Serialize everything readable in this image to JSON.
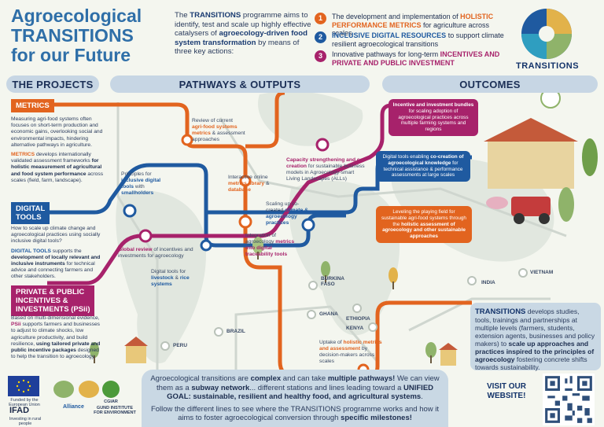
{
  "header": {
    "title_line1": "Agroecological",
    "title_line2": "TRANSITIONS",
    "title_line3": "for our Future",
    "intro_pre": "The ",
    "intro_brand": "TRANSITIONS",
    "intro_mid": " programme aims to identify, test and scale up highly effective catalysers of ",
    "intro_bold": "agroecology-driven food system transformation",
    "intro_post": " by means of three key actions:",
    "logo_text": "TRANSITIONS"
  },
  "actions": [
    {
      "num": "1",
      "text_pre": "The development and implementation of ",
      "text_hl": "HOLISTIC PERFORMANCE METRICS",
      "text_post": " for agriculture across scales"
    },
    {
      "num": "2",
      "text_pre": "",
      "text_hl": "INCLUSIVE DIGITAL RESOURCES",
      "text_post": " to support climate resilient agroecological transitions"
    },
    {
      "num": "3",
      "text_pre": "Innovative pathways for long-term ",
      "text_hl": "INCENTIVES AND PRIVATE AND PUBLIC INVESTMENT",
      "text_post": ""
    }
  ],
  "bands": {
    "projects": "THE PROJECTS",
    "pathways": "PATHWAYS & OUTPUTS",
    "outcomes": "OUTCOMES"
  },
  "projects": {
    "metrics_tag": "METRICS",
    "metrics_p1": "Measuring agri-food systems often focuses on short-term production and economic gains, overlooking social and environmental impacts, hindering alternative pathways in agriculture.",
    "metrics_p2_a": "METRICS",
    "metrics_p2_b": " develops internationally validated assessment frameworks ",
    "metrics_p2_c": "for holistic measurement of agricultural and food system performance",
    "metrics_p2_d": " across scales (field, farm, landscape).",
    "digital_tag_1": "DIGITAL",
    "digital_tag_2": "TOOLS",
    "digital_p1": "How to scale up climate change and agroecological practices using socially inclusive digital tools?",
    "digital_p2_a": "DIGITAL TOOLS",
    "digital_p2_b": " supports the ",
    "digital_p2_c": "development of locally relevant and inclusive instruments",
    "digital_p2_d": " for technical advice and connecting farmers and other stakeholders.",
    "psii_tag_1": "PRIVATE & PUBLIC",
    "psii_tag_2": "INCENTIVES &",
    "psii_tag_3": "INVESTMENTS (PSii)",
    "psii_p1_a": "Based on multi-dimensional evidence, ",
    "psii_p1_b": "PSii",
    "psii_p1_c": " supports farmers and businesses to adjust to climate shocks, low agriculture productivity, and build resilience, ",
    "psii_p1_d": "using tailored private and public incentive packages",
    "psii_p1_e": " designed to help the transition to agroecology."
  },
  "pathways": {
    "review_a": "Review of current ",
    "review_b": "agri-food systems metrics",
    "review_c": " & assessment approaches",
    "library_a": "Interactive online ",
    "library_b": "metrics library",
    "library_c": " & ",
    "library_d": "database",
    "principles_a": "Principles for ",
    "principles_b": "inclusive digital tools",
    "principles_c": " with ",
    "principles_d": "smallholders",
    "capacity_a": "Capacity strengthening and co-creation",
    "capacity_b": " for sustainable business models in Agroecology-smart Living Landscapes (ALLs)",
    "scaling_a": "Scaling up co-created ",
    "scaling_b": "climate & agroecology practices",
    "global_a": "Global review",
    "global_b": " of incentives and investments for agroecology",
    "integration_a": "Integration of agroecology ",
    "integration_b": "metrics into digital traceability tools",
    "livestock_a": "Digital tools for ",
    "livestock_b": "livestock",
    "livestock_c": " & ",
    "livestock_d": "rice systems",
    "uptake_a": "Uptake of ",
    "uptake_b": "holistic metrics and assessment",
    "uptake_c": " by decision-makers across scales"
  },
  "countries": {
    "peru": "PERU",
    "brazil": "BRAZIL",
    "burkina": "BURKINA FASO",
    "ghana": "GHANA",
    "ethiopia": "ETHIOPIA",
    "kenya": "KENYA",
    "india": "INDIA",
    "vietnam": "VIETNAM"
  },
  "outcomes": {
    "incentive_a": "Incentive and investment bundles",
    "incentive_b": " for scaling adoption of agroecological practices across multiple farming systems and regions",
    "digital_a": "Digital tools enabling ",
    "digital_b": "co-creation of agroecological knowledge",
    "digital_c": " for technical assistance & performance assessments at large scales",
    "level_a": "Leveling the playing field for sustainable agri-food systems through the ",
    "level_b": "holistic assessment of agroecology and other sustainable approaches"
  },
  "right_box": {
    "brand": "TRANSITIONS",
    "text_a": " develops studies, tools, trainings and partnerships at multiple levels (farmers, students, extension agents, businesses and policy makers) to ",
    "text_b": "scale up approaches and practices inspired to the principles of agroecology",
    "text_c": " fostering concrete shifts towards sustainability."
  },
  "bottom": {
    "line1_a": "Agroecological transitions are ",
    "line1_b": "complex",
    "line1_c": " and can take ",
    "line1_d": "multiple pathways!",
    "line1_e": " We can view them as a ",
    "line1_f": "subway network",
    "line1_g": "... different stations and lines leading toward a ",
    "line1_h": "UNIFIED GOAL: sustainable, resilient and healthy food, and agricultural systems",
    "line1_i": ".",
    "line2_a": "Follow the different lines to see where the TRANSITIONS programme works and how it aims to foster agroecological conversion through ",
    "line2_b": "specific milestones!",
    "visit": "VISIT OUR WEBSITE!"
  },
  "partners": {
    "eu": "Funded by the European Union",
    "ifad": "IFAD",
    "ifad_sub": "Investing in rural people",
    "alliance": "Alliance",
    "cgiar": "CGIAR",
    "gund": "GUND INSTITUTE FOR ENVIRONMENT"
  },
  "colors": {
    "orange": "#e2641f",
    "blue": "#1f5aa0",
    "purple": "#a7226b",
    "title": "#2f6fa8"
  }
}
